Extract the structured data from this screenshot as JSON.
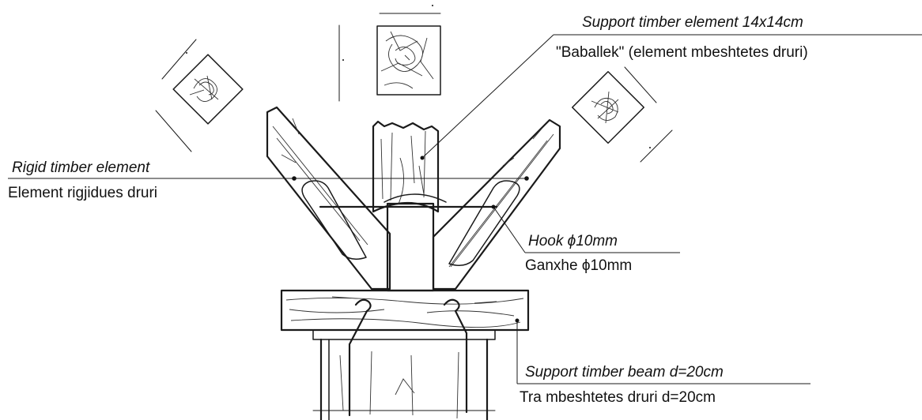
{
  "labels": {
    "support_element_en": "Support timber element 14x14cm",
    "support_element_sq": "\"Baballek\" (element mbeshtetes druri)",
    "rigid_element_en": "Rigid timber element",
    "rigid_element_sq": "Element rigjidues druri",
    "hook_en": "Hook ϕ10mm",
    "hook_sq": "Ganxhe ϕ10mm",
    "beam_en": "Support timber beam d=20cm",
    "beam_sq": "Tra mbeshtetes druri d=20cm"
  },
  "colors": {
    "ink": "#1a1a1a",
    "paper": "#ffffff"
  }
}
